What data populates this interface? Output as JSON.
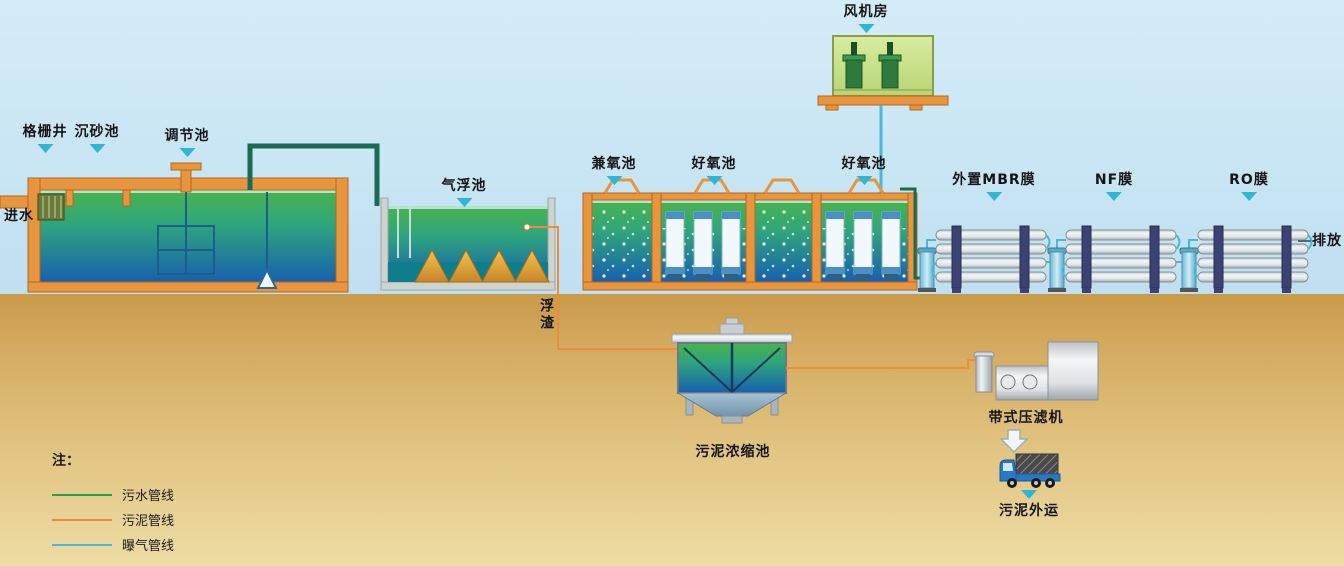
{
  "labels": {
    "fan_room": "风机房",
    "grid_well": "格栅井",
    "grit_chamber": "沉砂池",
    "regulation_tank": "调节池",
    "influent": "进水",
    "air_flotation_tank": "气浮池",
    "facultative_tank": "兼氧池",
    "aerobic_tank_1": "好氧池",
    "aerobic_tank_2": "好氧池",
    "mbr_membrane": "外置MBR膜",
    "nf_membrane": "NF膜",
    "ro_membrane": "RO膜",
    "discharge": "排放",
    "scum": "浮渣",
    "sludge_thickener": "污泥浓缩池",
    "belt_filter_press": "带式压滤机",
    "sludge_transport": "污泥外运"
  },
  "legend": {
    "title": "注：",
    "items": [
      {
        "label": "污水管线",
        "color": "#27a24c"
      },
      {
        "label": "污泥管线",
        "color": "#ee8c3c"
      },
      {
        "label": "曝气管线",
        "color": "#4ab8dc"
      }
    ]
  },
  "colors": {
    "sky": "#cfe9f6",
    "ground": "#d4ab60",
    "water_top": "#48b44c",
    "water_bottom": "#1760ae",
    "structure_orange": "#e8953f",
    "pipe_sewage_main": "#1b6a52",
    "pipe_sludge": "#ee8c3c",
    "pipe_air": "#4ab8dc",
    "pointer_triangle": "#2fb6d6",
    "membrane_frame_navy": "#3c4274"
  }
}
